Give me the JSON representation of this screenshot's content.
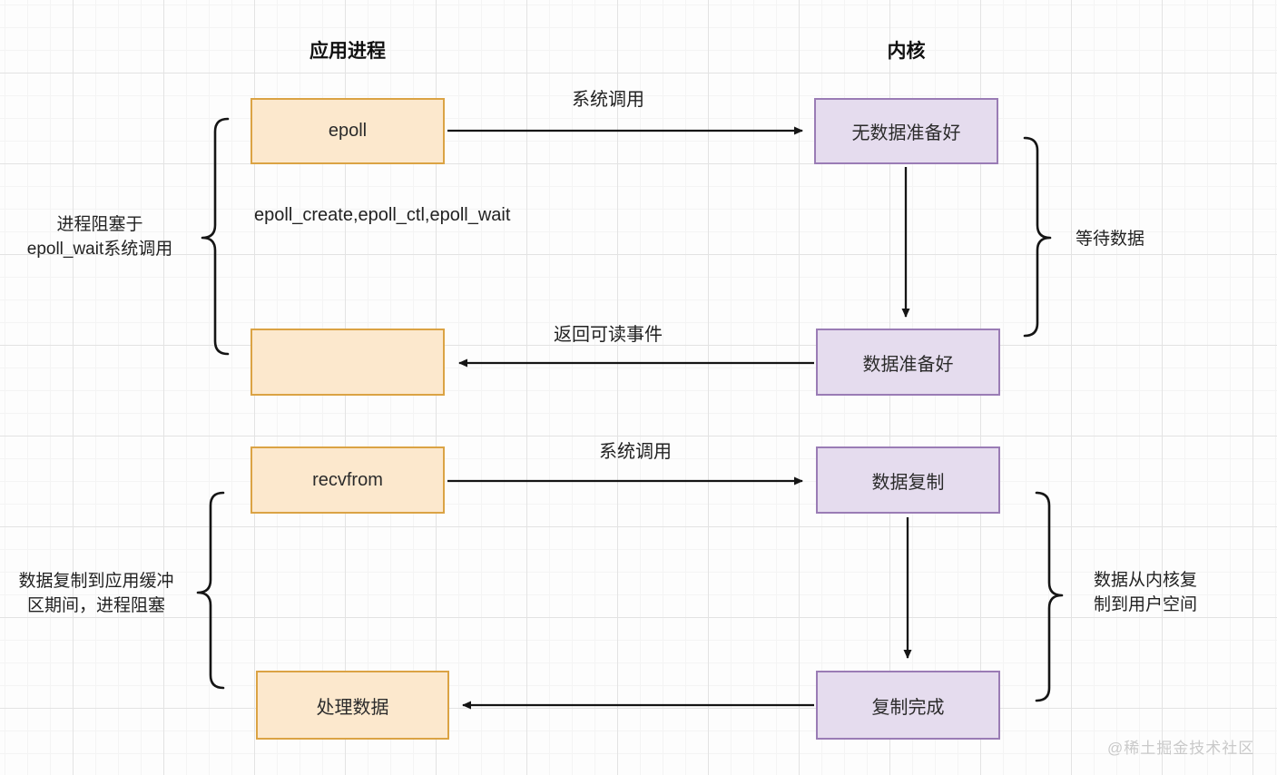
{
  "titles": {
    "left": "应用进程",
    "right": "内核"
  },
  "nodes": {
    "epoll": "epoll",
    "empty": "",
    "recvfrom": "recvfrom",
    "process_data": "处理数据",
    "no_data_ready": "无数据准备好",
    "data_ready": "数据准备好",
    "data_copy": "数据复制",
    "copy_done": "复制完成"
  },
  "edge_labels": {
    "syscall_top": "系统调用",
    "epoll_apis": "epoll_create,epoll_ctl,epoll_wait",
    "return_readable": "返回可读事件",
    "syscall_bottom": "系统调用"
  },
  "annotations": {
    "left_top_line1": "进程阻塞于",
    "left_top_line2": "epoll_wait系统调用",
    "right_top": "等待数据",
    "left_bottom_line1": "数据复制到应用缓冲",
    "left_bottom_line2": "区期间，进程阻塞",
    "right_bottom_line1": "数据从内核复",
    "right_bottom_line2": "制到用户空间"
  },
  "watermark": "@稀土掘金技术社区",
  "colors": {
    "orange_fill": "#fce8cd",
    "orange_border": "#dba344",
    "purple_fill": "#e5dcee",
    "purple_border": "#9a7cb5",
    "arrow": "#151515",
    "grid_major": "#e3e3e3",
    "grid_minor": "#f4f4f4"
  }
}
